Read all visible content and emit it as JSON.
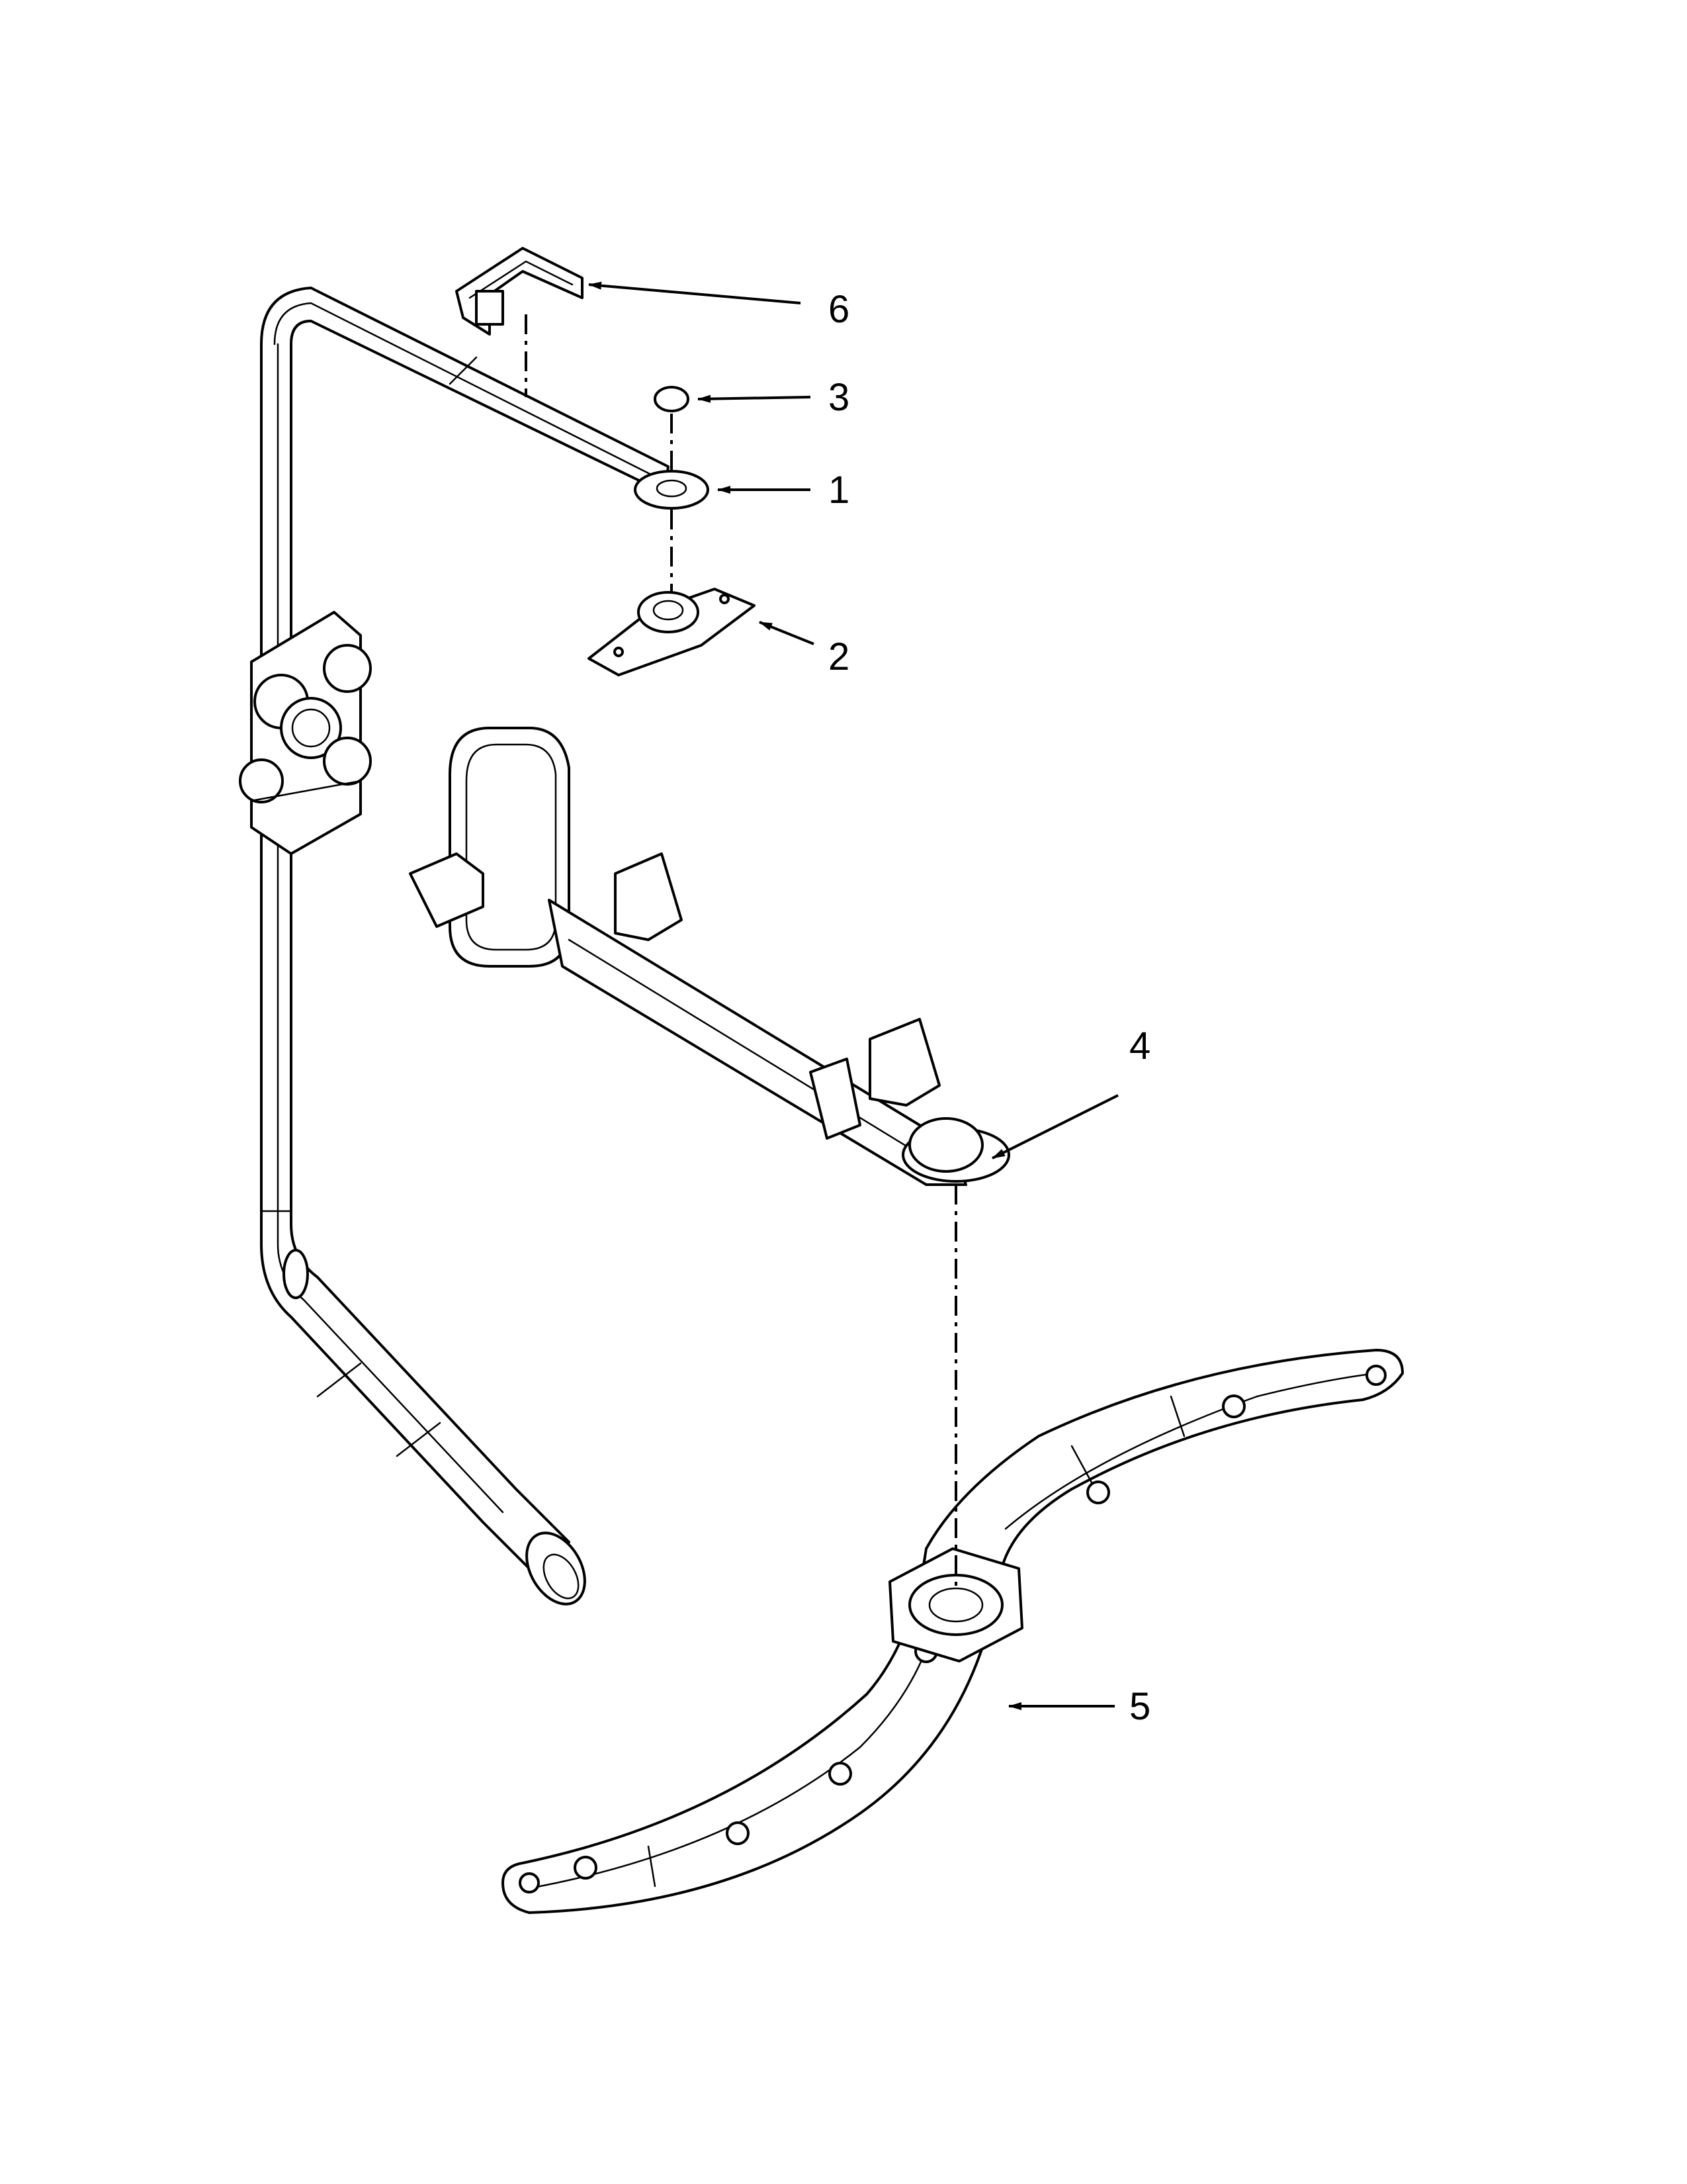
{
  "callouts": [
    {
      "id": "6",
      "label": "6"
    },
    {
      "id": "3",
      "label": "3"
    },
    {
      "id": "1",
      "label": "1"
    },
    {
      "id": "2",
      "label": "2"
    },
    {
      "id": "4",
      "label": "4"
    },
    {
      "id": "5",
      "label": "5"
    }
  ],
  "colors": {
    "line": "#000000",
    "background": "#ffffff"
  }
}
